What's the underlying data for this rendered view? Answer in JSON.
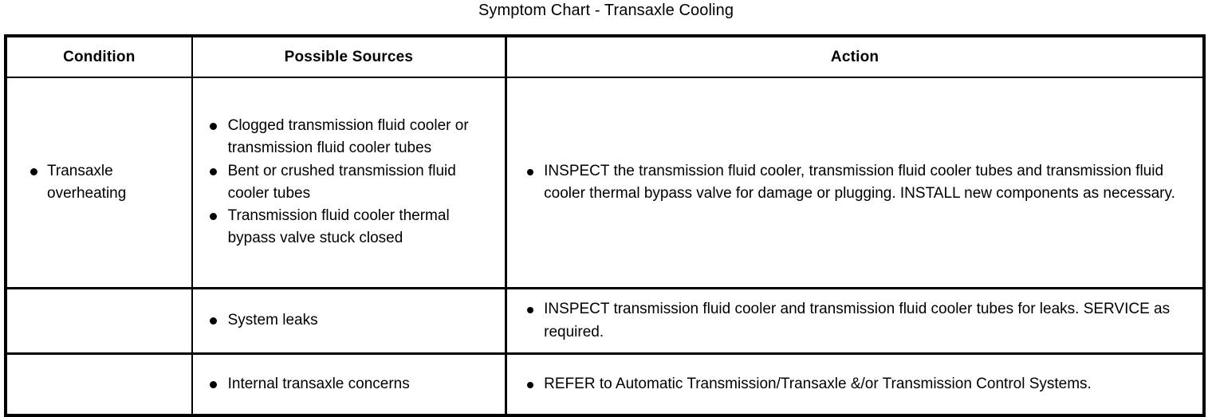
{
  "document": {
    "title": "Symptom Chart - Transaxle Cooling"
  },
  "table": {
    "headers": {
      "condition": "Condition",
      "possible_sources": "Possible Sources",
      "action": "Action"
    },
    "rows": [
      {
        "condition": [
          "Transaxle overheating"
        ],
        "possible_sources": [
          "Clogged transmission fluid cooler or transmission fluid cooler tubes",
          "Bent or crushed transmission fluid cooler tubes",
          "Transmission fluid cooler thermal bypass valve stuck closed"
        ],
        "action": [
          "INSPECT the transmission fluid cooler, transmission fluid cooler tubes and transmission fluid cooler thermal bypass valve for damage or plugging. INSTALL new components as necessary."
        ]
      },
      {
        "condition": [],
        "possible_sources": [
          "System leaks"
        ],
        "action": [
          "INSPECT transmission fluid cooler and transmission fluid cooler tubes for leaks. SERVICE as required."
        ]
      },
      {
        "condition": [],
        "possible_sources": [
          "Internal transaxle concerns"
        ],
        "action": [
          "REFER to Automatic Transmission/Transaxle &/or Transmission Control Systems."
        ]
      }
    ]
  },
  "colors": {
    "text": "#000000",
    "background": "#ffffff",
    "border": "#000000"
  }
}
